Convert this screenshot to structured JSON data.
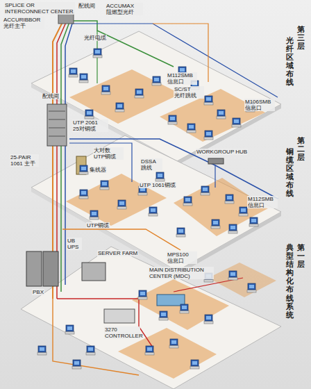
{
  "diagram": {
    "labels": [
      "SPLICE OR INTERCONNECT CENTER",
      "ACCURIBBOR 光纤主干",
      "配线间",
      "ACCUMAX 阻燃型光纤",
      "光纤电缆",
      "M112SMB 信息口",
      "SC/ST 光纤跳线",
      "M106SMB 信息口",
      "第三层",
      "光纤区域布线",
      "配线间",
      "UTP 2061 25对铜缆",
      "25-PAIR 1061 主干",
      "大对数 UTP铜缆",
      "集线器",
      "DSSA 跳线",
      "WORKGROUP HUB",
      "UTP 1061铜缆",
      "M112SMB 信息口",
      "第二层",
      "铜缆区域布线",
      "UTP铜缆",
      "UB UPS",
      "SERVER FARM",
      "PBX",
      "MPS100 信息口",
      "MAIN DISTRIBUTION CENTER (MDC)",
      "3270 CONTROLLER",
      "第一层",
      "典型结构化布线系统"
    ]
  }
}
